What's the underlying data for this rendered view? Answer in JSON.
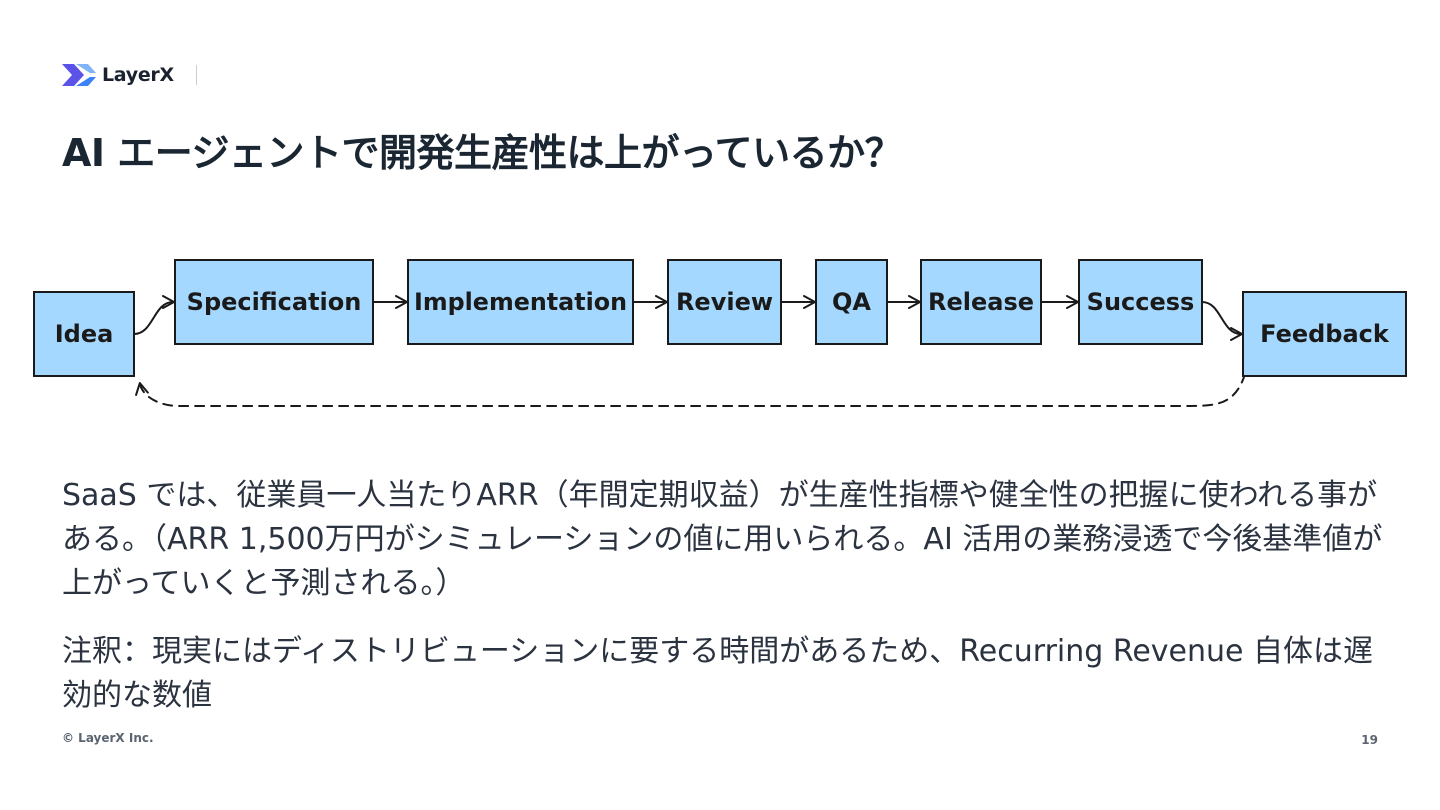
{
  "brand": {
    "logo_text": "LayerX",
    "accent_color": "#5b53e8"
  },
  "title": "AI エージェントで開発生産性は上がっているか？",
  "diagram": {
    "node_fill": "#a5d8ff",
    "nodes": [
      {
        "label": "Idea"
      },
      {
        "label": "Specification"
      },
      {
        "label": "Implementation"
      },
      {
        "label": "Review"
      },
      {
        "label": "QA"
      },
      {
        "label": "Release"
      },
      {
        "label": "Success"
      },
      {
        "label": "Feedback"
      }
    ],
    "edges": [
      {
        "from": "Idea",
        "to": "Specification",
        "style": "solid"
      },
      {
        "from": "Specification",
        "to": "Implementation",
        "style": "solid"
      },
      {
        "from": "Implementation",
        "to": "Review",
        "style": "solid"
      },
      {
        "from": "Review",
        "to": "QA",
        "style": "solid"
      },
      {
        "from": "QA",
        "to": "Release",
        "style": "solid"
      },
      {
        "from": "Release",
        "to": "Success",
        "style": "solid"
      },
      {
        "from": "Success",
        "to": "Feedback",
        "style": "solid"
      },
      {
        "from": "Feedback",
        "to": "Idea",
        "style": "dashed"
      }
    ]
  },
  "body": {
    "paragraph1": "SaaS では、従業員一人当たりARR（年間定期収益）が生産性指標や健全性の把握に使われる事がある。（ARR 1,500万円がシミュレーションの値に用いられる。AI 活用の業務浸透で今後基準値が上がっていくと予測される。）",
    "paragraph2": "注釈：現実にはディストリビューションに要する時間があるため、Recurring Revenue 自体は遅効的な数値"
  },
  "footer": {
    "copyright": "© LayerX Inc.",
    "page_number": "19"
  }
}
